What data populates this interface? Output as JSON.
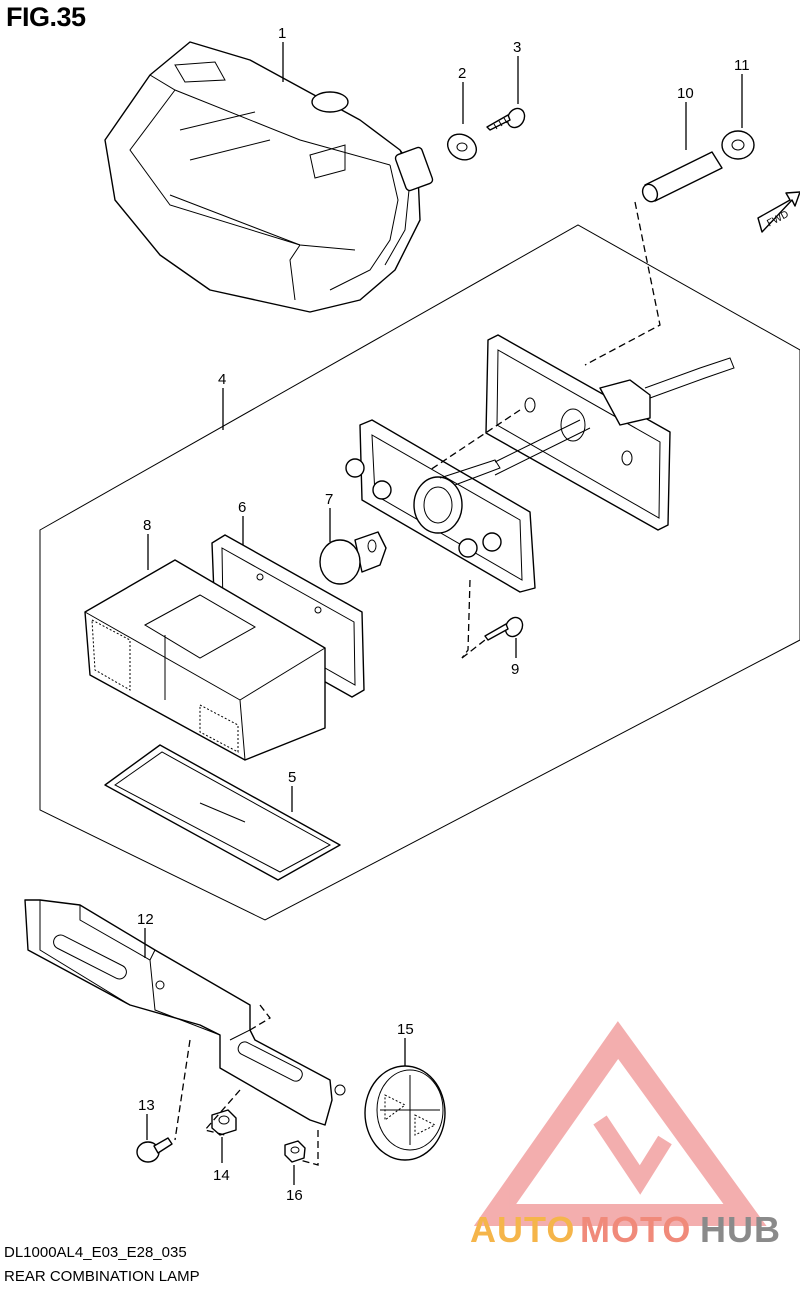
{
  "figure": {
    "title": "FIG.35",
    "code": "DL1000AL4_E03_E28_035",
    "caption": "REAR COMBINATION LAMP"
  },
  "direction_label": "FWD",
  "callouts": [
    "1",
    "2",
    "3",
    "4",
    "5",
    "6",
    "7",
    "8",
    "9",
    "10",
    "11",
    "12",
    "13",
    "14",
    "15",
    "16"
  ],
  "watermark": {
    "part1": "AUTO",
    "part2": "MOTO",
    "part3": "HUB",
    "color1": "#f5b54a",
    "color2": "#f08a7a",
    "color3": "#8a8a8a",
    "logo_color": "#f08a8a"
  }
}
